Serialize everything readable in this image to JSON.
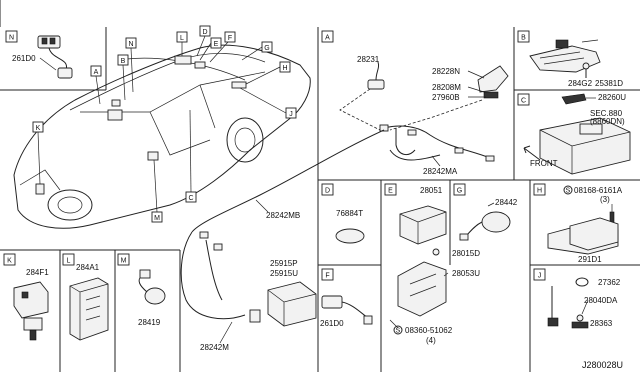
{
  "diagram_id": "J280028U",
  "sections": {
    "N": {
      "letter": "N",
      "part": "261D0"
    },
    "A": {
      "letter": "A",
      "parts": [
        "28231",
        "28228N",
        "28208M",
        "27960B",
        "28242MA",
        "28242MB",
        "28242M"
      ]
    },
    "B": {
      "letter": "B",
      "parts": [
        "284G2",
        "25381D"
      ]
    },
    "C": {
      "letter": "C",
      "parts": [
        "28260U",
        "SEC.880",
        "(8860DN)"
      ],
      "front_label": "FRONT"
    },
    "D": {
      "letter": "D",
      "part": "76884T"
    },
    "E": {
      "letter": "E",
      "parts": [
        "28051",
        "28015D",
        "28053U"
      ],
      "screw": "08360-51062",
      "screw_qty": "(4)"
    },
    "F": {
      "letter": "F",
      "part": "261D0"
    },
    "G": {
      "letter": "G",
      "part": "28442"
    },
    "H": {
      "letter": "H",
      "bolt": "08168-6161A",
      "bolt_qty": "(3)",
      "part": "291D1"
    },
    "J": {
      "letter": "J",
      "parts": [
        "27362",
        "28040DA",
        "28363"
      ]
    },
    "K": {
      "letter": "K",
      "part": "284F1"
    },
    "L": {
      "letter": "L",
      "part": "284A1"
    },
    "M": {
      "letter": "M",
      "part": "28419"
    },
    "misc": {
      "antenna": "25915P",
      "antenna2": "25915U"
    }
  },
  "car_callouts": [
    "A",
    "B",
    "N",
    "L",
    "D",
    "E",
    "F",
    "G",
    "H",
    "J",
    "K",
    "C",
    "M"
  ]
}
